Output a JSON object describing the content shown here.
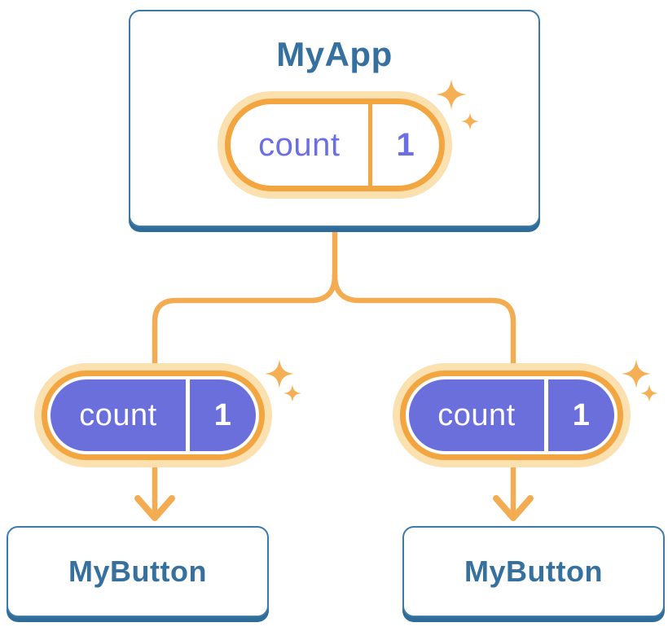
{
  "colors": {
    "blue-text": "#35709F",
    "blue-border": "#3B7AA9",
    "blue-shadow": "#306C99",
    "orange-line": "#F4AC52",
    "orange-ring": "#F3A53F",
    "orange-halo": "#FBE0B0",
    "sparkle": "#F5B056",
    "indigo": "#6A6FDC",
    "purple-text": "#6C6FE4"
  },
  "tree": {
    "root": {
      "title": "MyApp",
      "state": {
        "name": "count",
        "value": "1"
      }
    },
    "children": [
      {
        "title": "MyButton",
        "state": {
          "name": "count",
          "value": "1"
        }
      },
      {
        "title": "MyButton",
        "state": {
          "name": "count",
          "value": "1"
        }
      }
    ]
  }
}
